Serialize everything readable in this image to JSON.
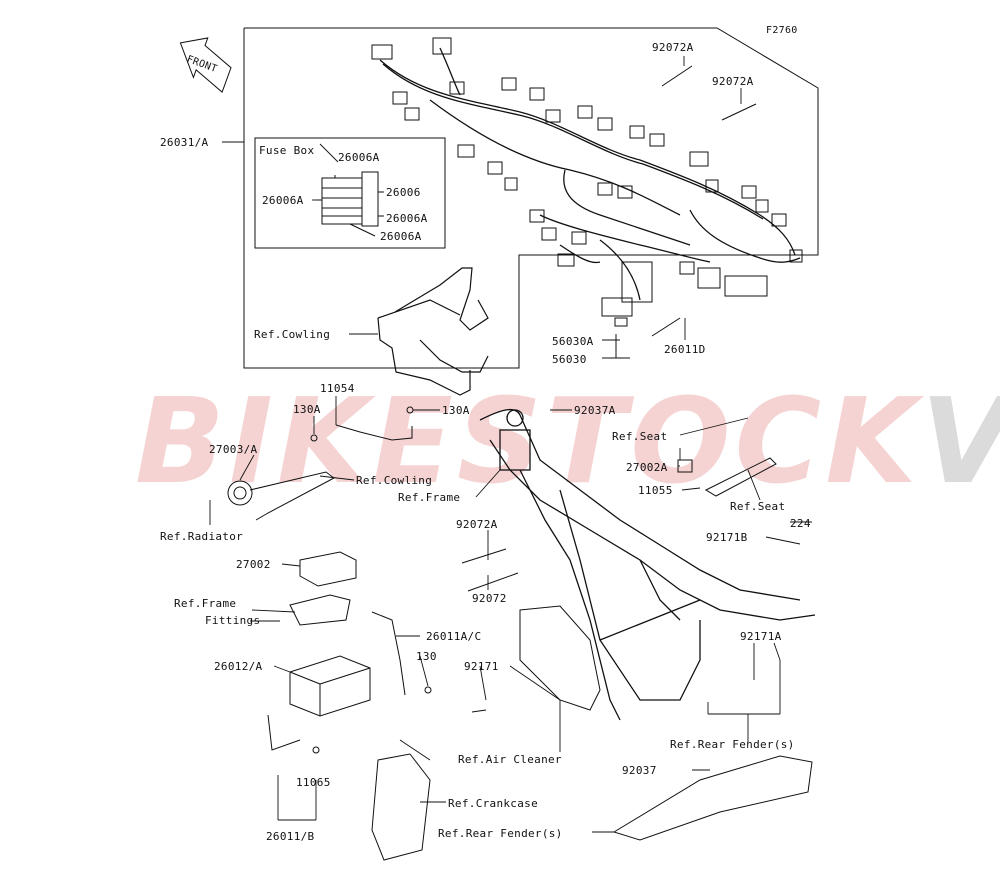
{
  "figure_code": "F2760",
  "direction_arrow": "FRONT",
  "watermark": {
    "main": "BIKESTOCK",
    "suffix": "VN"
  },
  "fuse_box": {
    "title": "Fuse Box"
  },
  "labels": {
    "p26031A": "26031/A",
    "p26006A_1": "26006A",
    "p26006A_2": "26006A",
    "p26006": "26006",
    "p26006A_3": "26006A",
    "p26006A_4": "26006A",
    "p92072A_1": "92072A",
    "p92072A_2": "92072A",
    "p56030A": "56030A",
    "p56030": "56030",
    "p26011D": "26011D",
    "ref_cowling_1": "Ref.Cowling",
    "p11054": "11054",
    "p130A_1": "130A",
    "p130A_2": "130A",
    "p92037A": "92037A",
    "ref_seat_1": "Ref.Seat",
    "p27003A": "27003/A",
    "ref_cowling_2": "Ref.Cowling",
    "p27002A": "27002A",
    "p11055": "11055",
    "ref_frame": "Ref.Frame",
    "ref_seat_2": "Ref.Seat",
    "ref_radiator": "Ref.Radiator",
    "p224": "224",
    "p92072A_3": "92072A",
    "p92171B": "92171B",
    "p27002": "27002",
    "p92072": "92072",
    "ref_frame_fittings_1": "Ref.Frame",
    "ref_frame_fittings_2": "Fittings",
    "p26011AC": "26011A/C",
    "p92171A": "92171A",
    "p26012A": "26012/A",
    "p130": "130",
    "p92171": "92171",
    "ref_air_cleaner": "Ref.Air Cleaner",
    "ref_rear_fender_1": "Ref.Rear Fender(s)",
    "p11065": "11065",
    "p92037": "92037",
    "ref_crankcase": "Ref.Crankcase",
    "p26011B": "26011/B",
    "ref_rear_fender_2": "Ref.Rear Fender(s)"
  }
}
